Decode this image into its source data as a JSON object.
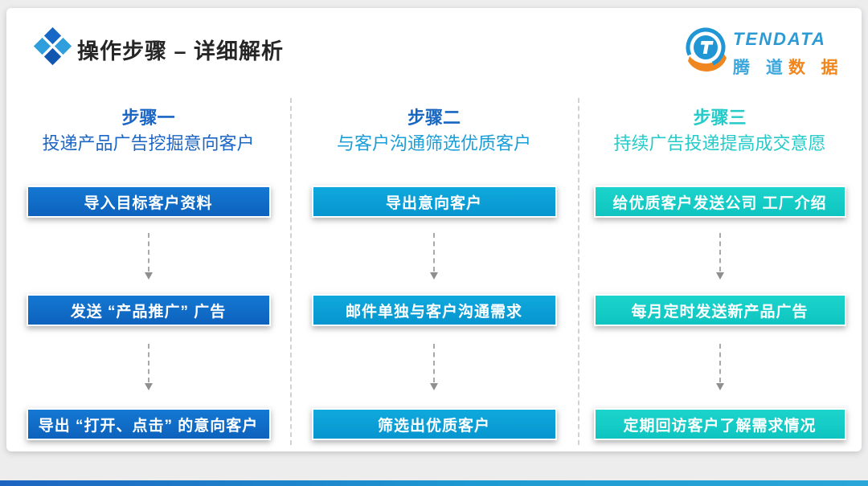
{
  "slide": {
    "title": "操作步骤 – 详细解析",
    "background_color": "#ffffff",
    "page_background": "#ededee",
    "icons": {
      "header_icon": "four-diamonds-icon",
      "arrow_icon": "dashed-down-arrow-icon"
    },
    "accent_colors": {
      "step1_blue": "#106fc8",
      "step2_cyan": "#09a1d8",
      "step3_teal": "#14cfca",
      "bottom_bar": "#1d64c0"
    }
  },
  "logo": {
    "wordmark": "TENDATA",
    "chinese_blue": "腾 道",
    "chinese_orange": "数 据",
    "blue": "#2d9ad3",
    "orange": "#f0861e"
  },
  "columns": [
    {
      "title": "步骤一",
      "subtitle": "投递产品广告挖掘意向客户",
      "title_color": "#1b66c4",
      "box_color": "#106fc8",
      "boxes": [
        "导入目标客户资料",
        "发送 “产品推广” 广告",
        "导出 “打开、点击” 的意向客户"
      ]
    },
    {
      "title": "步骤二",
      "subtitle": "与客户沟通筛选优质客户",
      "title_color": "#1766c0",
      "box_color": "#09a1d8",
      "boxes": [
        "导出意向客户",
        "邮件单独与客户沟通需求",
        "筛选出优质客户"
      ]
    },
    {
      "title": "步骤三",
      "subtitle": "持续广告投递提高成交意愿",
      "title_color": "#25cbc8",
      "box_color": "#14cfca",
      "boxes": [
        "给优质客户发送公司 工厂介绍",
        "每月定时发送新产品广告",
        "定期回访客户了解需求情况"
      ]
    }
  ]
}
